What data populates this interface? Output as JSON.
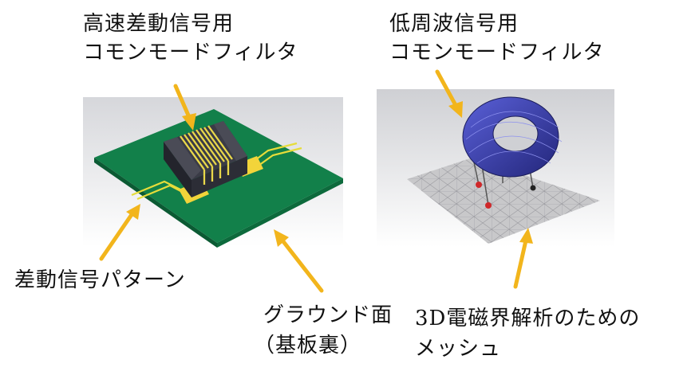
{
  "labels": {
    "hs_cmf_line1": "高速差動信号用",
    "hs_cmf_line2": "コモンモードフィルタ",
    "lf_cmf_line1": "低周波信号用",
    "lf_cmf_line2": "コモンモードフィルタ",
    "diff_pattern": "差動信号パターン",
    "ground_line1": "グラウンド面",
    "ground_line2": "（基板裏）",
    "mesh_line1": "3D電磁界解析のための",
    "mesh_line2": "メッシュ"
  },
  "colors": {
    "pcb_green": "#12804a",
    "trace_yellow": "#e6dc3a",
    "arrow_orange": "#f2b51c",
    "toroid_blue": "#3a3fb5",
    "mesh_gray": "#c8c8ca",
    "bg_gray": "#d9dadd"
  }
}
